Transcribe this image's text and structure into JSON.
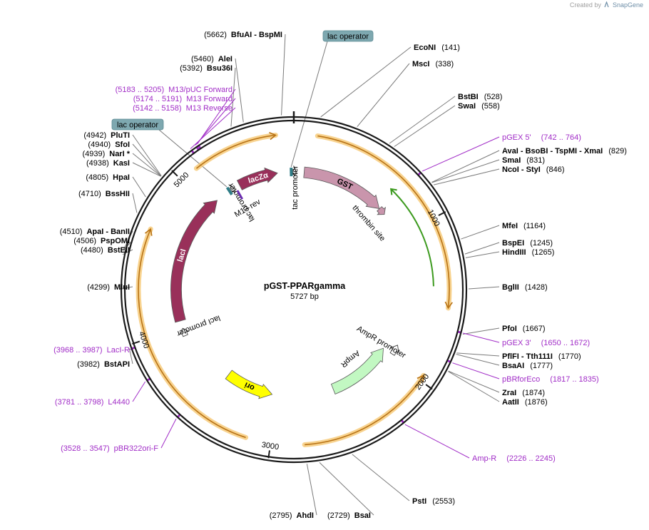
{
  "app": {
    "credit_prefix": "Created by",
    "credit_brand": "SnapGene"
  },
  "plasmid": {
    "name": "pGST-PPARgamma",
    "size_text": "5727 bp",
    "length": 5727
  },
  "ticks": [
    {
      "pos": 1000,
      "label": "1000"
    },
    {
      "pos": 2000,
      "label": "2000"
    },
    {
      "pos": 3000,
      "label": "3000"
    },
    {
      "pos": 4000,
      "label": "4000"
    },
    {
      "pos": 5000,
      "label": "5000"
    }
  ],
  "colors": {
    "backbone": "#1a1a1a",
    "primer": "#a12dc7",
    "orf_highlight": "#f5c46a",
    "orf_arrow": "#b87316",
    "lacZa": "#99305a",
    "lacI": "#99305a",
    "gst": "#c995ac",
    "thrombin": "#c995ac",
    "ampR": "#c2f8c2",
    "ori": "#ffff00",
    "green_arc": "#3c9a1e",
    "lac_operator": "#7ea8b0",
    "leader_line": "#7a7a7a"
  },
  "enzymes": [
    {
      "name": "BfuAI   -  BspMI",
      "num": "(5662)",
      "pos": 5662,
      "side": "left"
    },
    {
      "name": "AleI",
      "num": "(5460)",
      "pos": 5460,
      "side": "left"
    },
    {
      "name": "Bsu36I",
      "num": "(5392)",
      "pos": 5392,
      "side": "left"
    },
    {
      "name": "PluTI",
      "num": "(4942)",
      "pos": 4942,
      "side": "left"
    },
    {
      "name": "SfoI",
      "num": "(4940)",
      "pos": 4940,
      "side": "left"
    },
    {
      "name": "NarI *",
      "num": "(4939)",
      "pos": 4939,
      "side": "left"
    },
    {
      "name": "KasI",
      "num": "(4938)",
      "pos": 4938,
      "side": "left"
    },
    {
      "name": "HpaI",
      "num": "(4805)",
      "pos": 4805,
      "side": "left"
    },
    {
      "name": "BssHII",
      "num": "(4710)",
      "pos": 4710,
      "side": "left"
    },
    {
      "name": "ApaI   -  BanII",
      "num": "(4510)",
      "pos": 4510,
      "side": "left"
    },
    {
      "name": "PspOMI",
      "num": "(4506)",
      "pos": 4506,
      "side": "left"
    },
    {
      "name": "BstEII",
      "num": "(4480)",
      "pos": 4480,
      "side": "left"
    },
    {
      "name": "MluI",
      "num": "(4299)",
      "pos": 4299,
      "side": "left"
    },
    {
      "name": "BstAPI",
      "num": "(3982)",
      "pos": 3982,
      "side": "left"
    },
    {
      "name": "AhdI",
      "num": "(2795)",
      "pos": 2795,
      "side": "left"
    },
    {
      "name": "BsaI",
      "num": "(2729)",
      "pos": 2729,
      "side": "left"
    },
    {
      "name": "EcoNI",
      "num": "(141)",
      "pos": 141,
      "side": "right"
    },
    {
      "name": "MscI",
      "num": "(338)",
      "pos": 338,
      "side": "right"
    },
    {
      "name": "BstBI",
      "num": "(528)",
      "pos": 528,
      "side": "right"
    },
    {
      "name": "SwaI",
      "num": "(558)",
      "pos": 558,
      "side": "right"
    },
    {
      "name": "AvaI   -  BsoBI   -  TspMI   -  XmaI",
      "num": "(829)",
      "pos": 829,
      "side": "right"
    },
    {
      "name": "SmaI",
      "num": "(831)",
      "pos": 831,
      "side": "right"
    },
    {
      "name": "NcoI   -  StyI",
      "num": "(846)",
      "pos": 846,
      "side": "right"
    },
    {
      "name": "MfeI",
      "num": "(1164)",
      "pos": 1164,
      "side": "right"
    },
    {
      "name": "BspEI",
      "num": "(1245)",
      "pos": 1245,
      "side": "right"
    },
    {
      "name": "HindIII",
      "num": "(1265)",
      "pos": 1265,
      "side": "right"
    },
    {
      "name": "BglII",
      "num": "(1428)",
      "pos": 1428,
      "side": "right"
    },
    {
      "name": "PfoI",
      "num": "(1667)",
      "pos": 1667,
      "side": "right"
    },
    {
      "name": "PflFI   -  Tth111I",
      "num": "(1770)",
      "pos": 1770,
      "side": "right"
    },
    {
      "name": "BsaAI",
      "num": "(1777)",
      "pos": 1777,
      "side": "right"
    },
    {
      "name": "ZraI",
      "num": "(1874)",
      "pos": 1874,
      "side": "right"
    },
    {
      "name": "AatII",
      "num": "(1876)",
      "pos": 1876,
      "side": "right"
    },
    {
      "name": "PstI",
      "num": "(2553)",
      "pos": 2553,
      "side": "right"
    }
  ],
  "primers": [
    {
      "name": "M13/pUC Forward",
      "range": "(5183 .. 5205)",
      "pos": 5194,
      "side": "left"
    },
    {
      "name": "M13 Forward",
      "range": "(5174 .. 5191)",
      "pos": 5182,
      "side": "left"
    },
    {
      "name": "M13 Reverse",
      "range": "(5142 .. 5158)",
      "pos": 5150,
      "side": "left"
    },
    {
      "name": "LacI-R",
      "range": "(3968 .. 3987)",
      "pos": 3977,
      "side": "left"
    },
    {
      "name": "L4440",
      "range": "(3781 .. 3798)",
      "pos": 3790,
      "side": "left"
    },
    {
      "name": "pBR322ori-F",
      "range": "(3528 .. 3547)",
      "pos": 3537,
      "side": "left"
    },
    {
      "name": "pGEX 5'",
      "range": "(742 .. 764)",
      "pos": 753,
      "side": "right"
    },
    {
      "name": "pGEX 3'",
      "range": "(1650 .. 1672)",
      "pos": 1661,
      "side": "right"
    },
    {
      "name": "pBRforEco",
      "range": "(1817 .. 1835)",
      "pos": 1826,
      "side": "right"
    },
    {
      "name": "Amp-R",
      "range": "(2226 .. 2245)",
      "pos": 2235,
      "side": "right"
    }
  ],
  "operators": [
    {
      "label": "lac operator",
      "pos": 5707
    },
    {
      "label": "lac operator",
      "pos": 5200
    }
  ],
  "features": [
    {
      "name": "lacZα",
      "start": 5290,
      "end": 5600,
      "dir": 1,
      "kind": "lacZa",
      "label_mode": "inside"
    },
    {
      "name": "lacI",
      "start": 4050,
      "end": 5080,
      "dir": 1,
      "kind": "lacI",
      "label_mode": "inside"
    },
    {
      "name": "GST",
      "start": 80,
      "end": 740,
      "dir": 1,
      "kind": "gst",
      "label_mode": "inside"
    },
    {
      "name": "thrombin site",
      "start": 742,
      "end": 800,
      "dir": 1,
      "kind": "thrombin",
      "label_mode": "outside"
    },
    {
      "name": "AmpR",
      "start": 1960,
      "end": 2520,
      "dir": -1,
      "kind": "ampR",
      "label_mode": "outside"
    },
    {
      "name": "ori",
      "start": 3050,
      "end": 3460,
      "dir": -1,
      "kind": "ori",
      "label_mode": "inside"
    }
  ],
  "promoters": [
    {
      "name": "tac promoter",
      "start": 5720,
      "end": 20,
      "dir": 1
    },
    {
      "name": "lac promoter",
      "start": 5215,
      "end": 5245,
      "dir": 1
    },
    {
      "name": "lacI promoter",
      "start": 3930,
      "end": 3990,
      "dir": 1
    },
    {
      "name": "AmpR promoter",
      "start": 1880,
      "end": 1960,
      "dir": -1
    }
  ],
  "protein_bind": [
    {
      "name": "M13 rev",
      "pos": 5255
    }
  ],
  "orfs": [
    {
      "start": 140,
      "end": 1540,
      "dir": 1,
      "r": 218
    },
    {
      "start": 1965,
      "end": 2800,
      "dir": -1,
      "r": 218
    },
    {
      "start": 3150,
      "end": 4660,
      "dir": 1,
      "r": 218
    },
    {
      "start": 5110,
      "end": 5620,
      "dir": 1,
      "r": 218
    }
  ],
  "green_arc": {
    "start": 700,
    "end": 1410,
    "dir": -1,
    "r": 196
  }
}
